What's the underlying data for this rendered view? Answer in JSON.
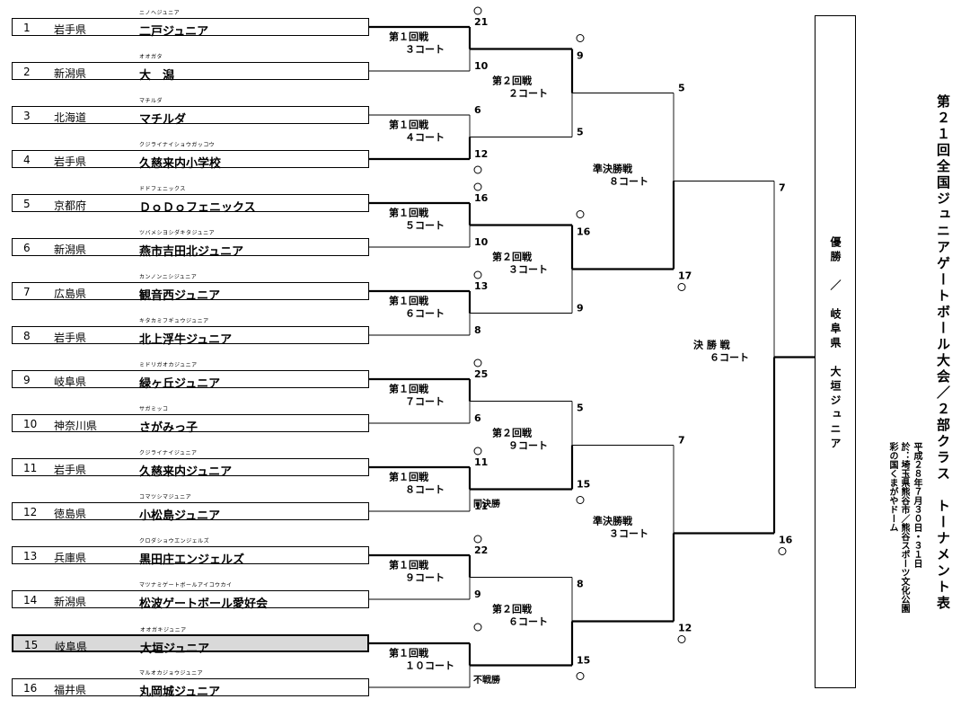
{
  "title": "第２１回全国ジュニアゲートボール大会／２部クラス　トーナメント表",
  "date": "平成２８年７月３０日・３１日",
  "venue_line1": "於：埼玉県熊谷市／熊谷スポーツ文化公園",
  "venue_line2": "彩の国くまがやドーム",
  "champion_label": "優勝　／　岐阜県　大垣ジュニア",
  "teams": [
    {
      "num": "1",
      "pref": "岩手県",
      "kana": "ニノヘジュニア",
      "name": "二戸ジュニア"
    },
    {
      "num": "2",
      "pref": "新潟県",
      "kana": "オオガタ",
      "name": "大　潟"
    },
    {
      "num": "3",
      "pref": "北海道",
      "kana": "マチルダ",
      "name": "マチルダ"
    },
    {
      "num": "4",
      "pref": "岩手県",
      "kana": "クジライナイショウガッコウ",
      "name": "久慈来内小学校"
    },
    {
      "num": "5",
      "pref": "京都府",
      "kana": "ドドフェニックス",
      "name": "ＤｏＤｏフェニックス"
    },
    {
      "num": "6",
      "pref": "新潟県",
      "kana": "ツバメシヨシダキタジュニア",
      "name": "燕市吉田北ジュニア"
    },
    {
      "num": "7",
      "pref": "広島県",
      "kana": "カンノンニシジュニア",
      "name": "観音西ジュニア"
    },
    {
      "num": "8",
      "pref": "岩手県",
      "kana": "キタカミフギュウジュニア",
      "name": "北上浮牛ジュニア"
    },
    {
      "num": "9",
      "pref": "岐阜県",
      "kana": "ミドリガオカジュニア",
      "name": "緑ヶ丘ジュニア"
    },
    {
      "num": "10",
      "pref": "神奈川県",
      "kana": "サガミッコ",
      "name": "さがみっ子"
    },
    {
      "num": "11",
      "pref": "岩手県",
      "kana": "クジライナイジュニア",
      "name": "久慈来内ジュニア"
    },
    {
      "num": "12",
      "pref": "徳島県",
      "kana": "コマツシマジュニア",
      "name": "小松島ジュニア"
    },
    {
      "num": "13",
      "pref": "兵庫県",
      "kana": "クロダショウエンジェルズ",
      "name": "黒田庄エンジェルズ"
    },
    {
      "num": "14",
      "pref": "新潟県",
      "kana": "マツナミゲートボールアイコウカイ",
      "name": "松波ゲートボール愛好会"
    },
    {
      "num": "15",
      "pref": "岐阜県",
      "kana": "オオガキジュニア",
      "name": "大垣ジュニア"
    },
    {
      "num": "16",
      "pref": "福井県",
      "kana": "マルオカジョウジュニア",
      "name": "丸岡城ジュニア"
    }
  ],
  "r1_matches": [
    {
      "round": "第１回戦",
      "court": "３コート",
      "top": "21",
      "bot": "10",
      "note": "",
      "win": "top"
    },
    {
      "round": "第１回戦",
      "court": "４コート",
      "top": "6",
      "bot": "12",
      "note": "",
      "win": "bot"
    },
    {
      "round": "第１回戦",
      "court": "５コート",
      "top": "16",
      "bot": "10",
      "note": "",
      "win": "top"
    },
    {
      "round": "第１回戦",
      "court": "６コート",
      "top": "13",
      "bot": "8",
      "note": "",
      "win": "top"
    },
    {
      "round": "第１回戦",
      "court": "７コート",
      "top": "25",
      "bot": "6",
      "note": "",
      "win": "top"
    },
    {
      "round": "第１回戦",
      "court": "８コート",
      "top": "11",
      "bot": "11",
      "note": "同決勝",
      "win": "top"
    },
    {
      "round": "第１回戦",
      "court": "９コート",
      "top": "22",
      "bot": "9",
      "note": "",
      "win": "top"
    },
    {
      "round": "第１回戦",
      "court": "１０コート",
      "top": "",
      "bot": "",
      "note": "不戦勝",
      "win": "top"
    }
  ],
  "r2_matches": [
    {
      "round": "第２回戦",
      "court": "２コート",
      "top": "9",
      "bot": "5",
      "win": "top"
    },
    {
      "round": "第２回戦",
      "court": "３コート",
      "top": "16",
      "bot": "9",
      "win": "top"
    },
    {
      "round": "第２回戦",
      "court": "９コート",
      "top": "5",
      "bot": "15",
      "win": "bot"
    },
    {
      "round": "第２回戦",
      "court": "６コート",
      "top": "8",
      "bot": "15",
      "win": "bot"
    }
  ],
  "sf_matches": [
    {
      "round": "準決勝戦",
      "court": "８コート",
      "top": "5",
      "bot": "17",
      "win": "bot"
    },
    {
      "round": "準決勝戦",
      "court": "３コート",
      "top": "7",
      "bot": "12",
      "win": "bot"
    }
  ],
  "final_match": {
    "round": "決 勝 戦",
    "court": "６コート",
    "top": "7",
    "bot": "16",
    "win": "bot"
  }
}
